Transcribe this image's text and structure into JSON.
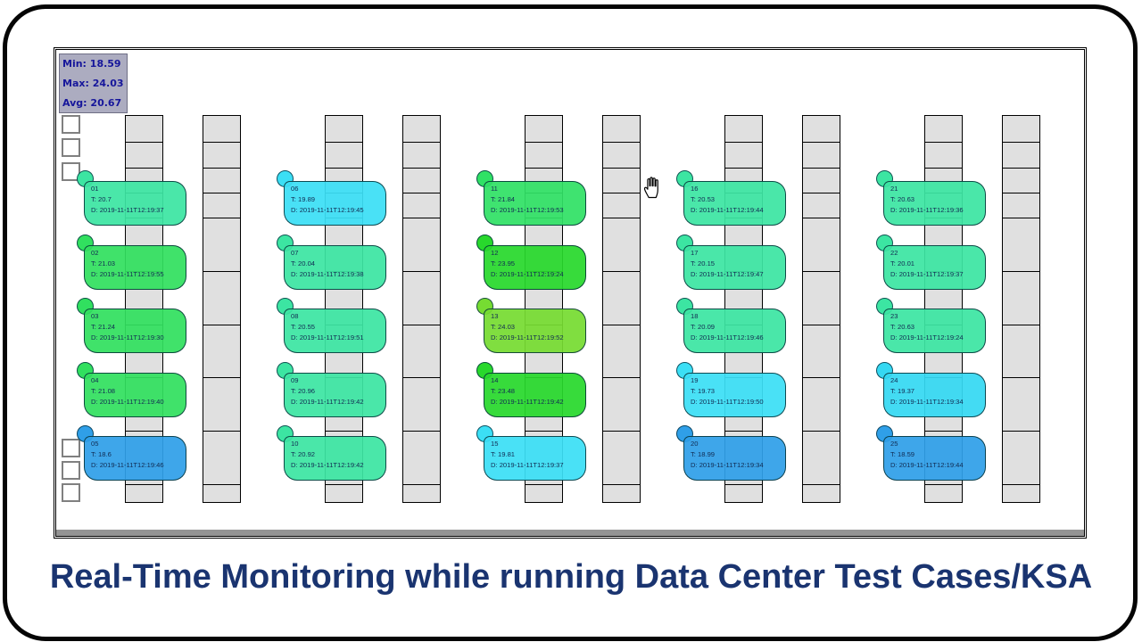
{
  "title": "Real-Time Monitoring while running Data Center Test Cases/KSA",
  "stats": {
    "min": {
      "label": "Min:",
      "value": "18.59"
    },
    "max": {
      "label": "Max:",
      "value": "24.03"
    },
    "avg": {
      "label": "Avg:",
      "value": "20.67"
    }
  },
  "labels": {
    "temp_prefix": "T: ",
    "date_prefix": "D: "
  },
  "sensors": [
    {
      "id": "01",
      "temp": "20.7",
      "timestamp": "2019-11-11T12:19:37",
      "color": "#3CE5A2"
    },
    {
      "id": "02",
      "temp": "21.03",
      "timestamp": "2019-11-11T12:19:55",
      "color": "#31E05F"
    },
    {
      "id": "03",
      "temp": "21.24",
      "timestamp": "2019-11-11T12:19:30",
      "color": "#31E05F"
    },
    {
      "id": "04",
      "temp": "21.08",
      "timestamp": "2019-11-11T12:19:40",
      "color": "#31E05F"
    },
    {
      "id": "05",
      "temp": "18.6",
      "timestamp": "2019-11-11T12:19:46",
      "color": "#2F9FE8"
    },
    {
      "id": "06",
      "temp": "19.89",
      "timestamp": "2019-11-11T12:19:45",
      "color": "#3BDFF5"
    },
    {
      "id": "07",
      "temp": "20.04",
      "timestamp": "2019-11-11T12:19:38",
      "color": "#3CE5A2"
    },
    {
      "id": "08",
      "temp": "20.55",
      "timestamp": "2019-11-11T12:19:51",
      "color": "#3CE5A2"
    },
    {
      "id": "09",
      "temp": "20.96",
      "timestamp": "2019-11-11T12:19:42",
      "color": "#3CE5A2"
    },
    {
      "id": "10",
      "temp": "20.92",
      "timestamp": "2019-11-11T12:19:42",
      "color": "#3CE5A2"
    },
    {
      "id": "11",
      "temp": "21.84",
      "timestamp": "2019-11-11T12:19:53",
      "color": "#30E165"
    },
    {
      "id": "12",
      "temp": "23.95",
      "timestamp": "2019-11-11T12:19:24",
      "color": "#28D82C"
    },
    {
      "id": "13",
      "temp": "24.03",
      "timestamp": "2019-11-11T12:19:52",
      "color": "#76DC32"
    },
    {
      "id": "14",
      "temp": "23.48",
      "timestamp": "2019-11-11T12:19:42",
      "color": "#28D82C"
    },
    {
      "id": "15",
      "temp": "19.81",
      "timestamp": "2019-11-11T12:19:37",
      "color": "#3BDFF5"
    },
    {
      "id": "16",
      "temp": "20.53",
      "timestamp": "2019-11-11T12:19:44",
      "color": "#3CE5A2"
    },
    {
      "id": "17",
      "temp": "20.15",
      "timestamp": "2019-11-11T12:19:47",
      "color": "#3CE5A2"
    },
    {
      "id": "18",
      "temp": "20.09",
      "timestamp": "2019-11-11T12:19:46",
      "color": "#3CE5A2"
    },
    {
      "id": "19",
      "temp": "19.73",
      "timestamp": "2019-11-11T12:19:50",
      "color": "#3BDFF5"
    },
    {
      "id": "20",
      "temp": "18.99",
      "timestamp": "2019-11-11T12:19:34",
      "color": "#2F9FE8"
    },
    {
      "id": "21",
      "temp": "20.63",
      "timestamp": "2019-11-11T12:19:36",
      "color": "#3CE5A2"
    },
    {
      "id": "22",
      "temp": "20.01",
      "timestamp": "2019-11-11T12:19:37",
      "color": "#3CE5A2"
    },
    {
      "id": "23",
      "temp": "20.63",
      "timestamp": "2019-11-11T12:19:24",
      "color": "#3CE5A2"
    },
    {
      "id": "24",
      "temp": "19.37",
      "timestamp": "2019-11-11T12:19:34",
      "color": "#35D8F2"
    },
    {
      "id": "25",
      "temp": "18.59",
      "timestamp": "2019-11-11T12:19:44",
      "color": "#2F9FE8"
    }
  ],
  "colors": {
    "grid_fill": "#E0E0E0",
    "grid_line": "#000000",
    "stats_bg": "#ACACC0",
    "stats_text": "#16169B",
    "title_text": "#1A3470",
    "card_text": "#112B52",
    "frame": "#050505"
  }
}
